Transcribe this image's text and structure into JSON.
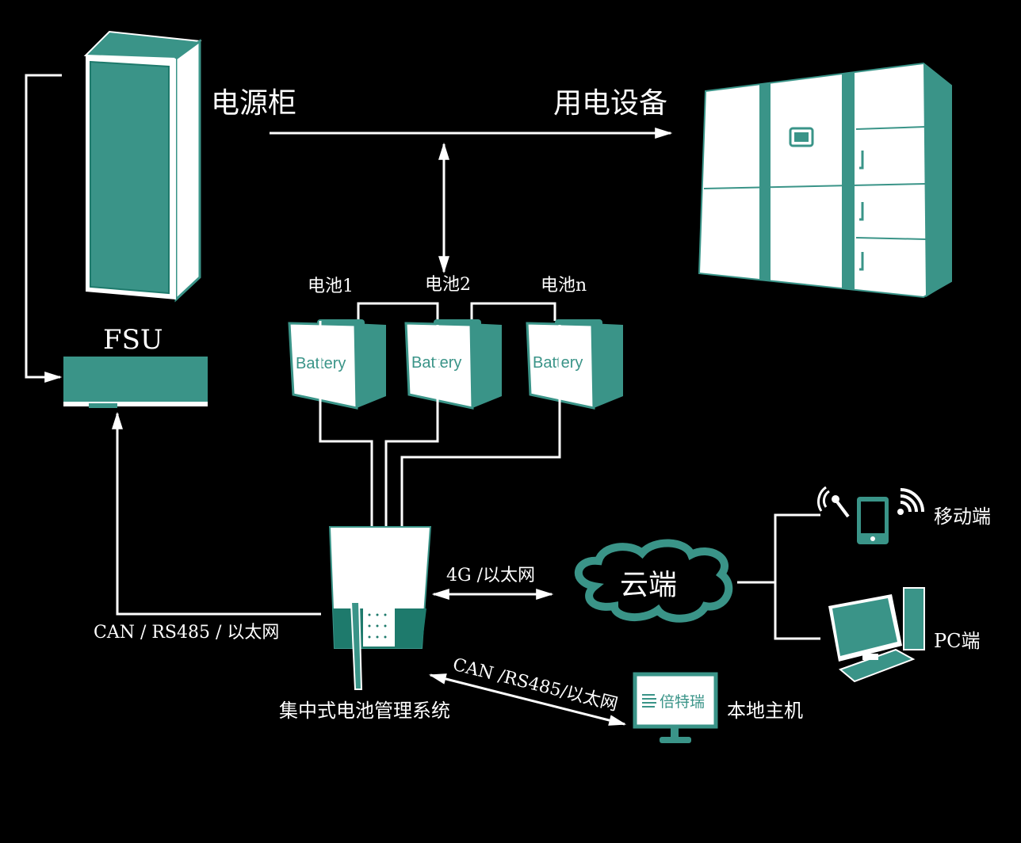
{
  "colors": {
    "teal": "#3a9488",
    "dark_teal": "#1e7a6c",
    "line": "#ffffff",
    "background": "#000000"
  },
  "labels": {
    "power_cabinet": "电源柜",
    "load_equipment": "用电设备",
    "fsu": "FSU",
    "battery_1": "电池1",
    "battery_2": "电池2",
    "battery_n": "电池n",
    "battery_text": "Battery",
    "bms": "集中式电池管理系统",
    "bms_to_fsu_link": "CAN / RS485 / 以太网",
    "bms_to_cloud_link": "4G /以太网",
    "cloud": "云端",
    "mobile": "移动端",
    "pc": "PC端",
    "local_host": "本地主机",
    "local_host_link": "CAN /RS485/以太网",
    "brand": "倍特瑞"
  }
}
